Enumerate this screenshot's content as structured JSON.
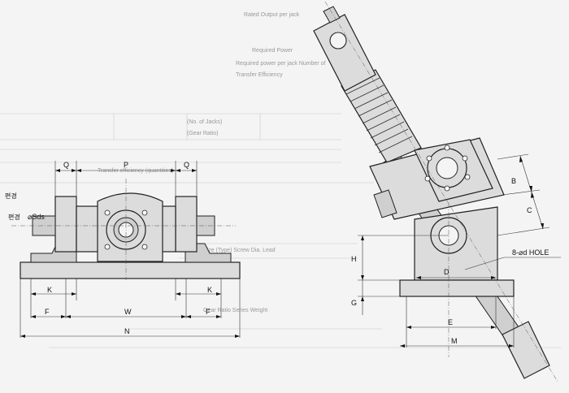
{
  "labels": {
    "q_left": "Q",
    "p": "P",
    "q_right": "Q",
    "pyeongyeong": "편경",
    "pyeongyeong2": "편경",
    "shaft_dia": "⌀Sds",
    "k_left": "K",
    "k_right": "K",
    "f_left": "F",
    "f_right": "F",
    "w": "W",
    "n": "N",
    "b": "B",
    "c": "C",
    "h": "H",
    "d": "D",
    "g": "G",
    "e": "E",
    "m": "M",
    "hole": "8-⌀d HOLE"
  },
  "faint_text": {
    "top1": "Rated Output per jack",
    "top2": "Required Power",
    "top3": "Required power per jack  Number of",
    "top4": "Transfer Efficiency",
    "table1": "(No. of Jacks)",
    "table2": "(Gear Ratio)",
    "table3": "Transfer efficiency (quantities)",
    "bottom1": "Size  (Type)  Screw Dia.  Lead",
    "bottom2": "Gear  Ratio  Series  Weight"
  },
  "colors": {
    "paper": "#f4f4f4",
    "metal": "#dcdcdc",
    "line": "#222222"
  }
}
